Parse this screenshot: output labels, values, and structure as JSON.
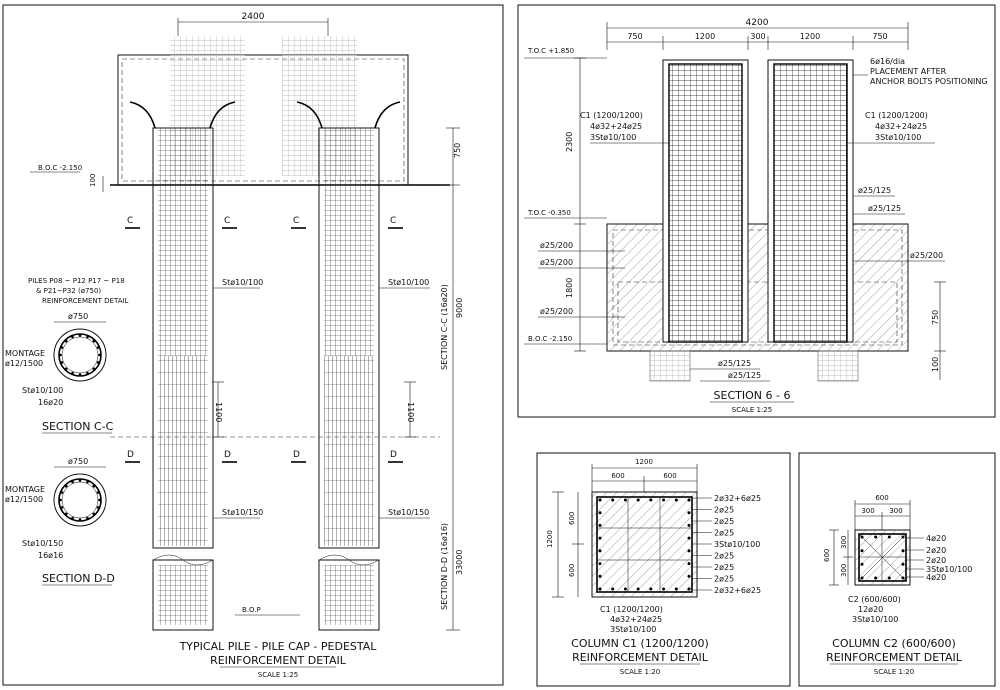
{
  "left_panel": {
    "dim_top": "2400",
    "dim_750": "750",
    "dim_9000": "9000",
    "dim_33000": "33000",
    "dim_1100_left": "1100",
    "dim_1100_right": "1100",
    "dim_100": "100",
    "boc_label": "B.O.C -2.150",
    "bop_label": "B.O.P",
    "section_cc_side": "SECTION C-C (16ø20)",
    "section_dd_side": "SECTION D-D (16ø16)",
    "cut_c": "C",
    "cut_d": "D",
    "stirrup_100_a": "Stø10/100",
    "stirrup_100_b": "Stø10/100",
    "stirrup_150_a": "Stø10/150",
    "stirrup_150_b": "Stø10/150",
    "piles_note_1": "PILES P08 ~ P12 P17 ~ P18",
    "piles_note_2": "& P21~P32 (ø750)",
    "piles_note_3": "REINFORCEMENT DETAIL",
    "sec_cc": {
      "dia": "ø750",
      "montage": "MONTAGE",
      "montage_bar": "ø12/1500",
      "stirrup": "Stø10/100",
      "bars": "16ø20",
      "title": "SECTION C-C"
    },
    "sec_dd": {
      "dia": "ø750",
      "montage": "MONTAGE",
      "montage_bar": "ø12/1500",
      "stirrup": "Stø10/150",
      "bars": "16ø16",
      "title": "SECTION D-D"
    },
    "title_1": "TYPICAL PILE - PILE CAP - PEDESTAL",
    "title_2": "REINFORCEMENT DETAIL",
    "scale": "SCALE 1:25"
  },
  "section_66": {
    "dim_total": "4200",
    "dims": [
      "750",
      "1200",
      "300",
      "1200",
      "750"
    ],
    "toc_top": "T.O.C +1.850",
    "toc_mid": "T.O.C -0.350",
    "boc": "B.O.C -2.150",
    "dim_2300": "2300",
    "dim_1800": "1800",
    "dim_750": "750",
    "dim_100": "100",
    "c1_left": [
      "C1 (1200/1200)",
      "4ø32+24ø25",
      "3Stø10/100"
    ],
    "c1_right": [
      "C1 (1200/1200)",
      "4ø32+24ø25",
      "3Stø10/100"
    ],
    "note": [
      "6ø16/dia",
      "PLACEMENT AFTER",
      "ANCHOR BOLTS POSITIONING"
    ],
    "rebar_labels_right": [
      "ø25/125",
      "ø25/125",
      "ø25/200"
    ],
    "rebar_labels_left": [
      "ø25/200",
      "ø25/200",
      "ø25/200"
    ],
    "rebar_labels_bottom": [
      "ø25/125",
      "ø25/125"
    ],
    "title": "SECTION 6 - 6",
    "scale": "SCALE 1:25"
  },
  "column_c1": {
    "dim_total": "1200",
    "dim_half": [
      "600",
      "600"
    ],
    "dim_side": "1200",
    "dim_side_half": [
      "600",
      "600"
    ],
    "bar_labels": [
      "2ø32+6ø25",
      "2ø25",
      "2ø25",
      "2ø25",
      "3Stø10/100",
      "2ø25",
      "2ø25",
      "2ø25",
      "2ø32+6ø25"
    ],
    "caption": [
      "C1  (1200/1200)",
      "4ø32+24ø25",
      "3Stø10/100"
    ],
    "title_1": "COLUMN C1 (1200/1200)",
    "title_2": "REINFORCEMENT DETAIL",
    "scale": "SCALE 1:20"
  },
  "column_c2": {
    "dim_total": "600",
    "dim_half": [
      "300",
      "300"
    ],
    "dim_side": "600",
    "dim_side_half": [
      "300",
      "300"
    ],
    "bar_labels": [
      "4ø20",
      "2ø20",
      "2ø20",
      "3Stø10/100",
      "4ø20"
    ],
    "caption": [
      "C2  (600/600)",
      "12ø20",
      "3Stø10/100"
    ],
    "title_1": "COLUMN C2 (600/600)",
    "title_2": "REINFORCEMENT DETAIL",
    "scale": "SCALE 1:20"
  }
}
